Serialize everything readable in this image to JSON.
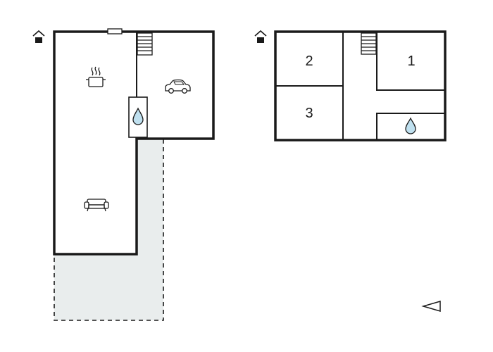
{
  "colors": {
    "wall": "#1a1a1a",
    "terrace": "#e9eded",
    "water": "#bfe0ef",
    "background": "#ffffff"
  },
  "floors": [
    {
      "id": "ground-floor",
      "marker_icon": "house-floor-icon",
      "fixtures": [
        "window-icon",
        "stairs-icon",
        "kitchen-pot-icon",
        "car-icon",
        "water-drop-icon",
        "sofa-icon"
      ],
      "areas": [
        "terrace-area"
      ]
    },
    {
      "id": "first-floor",
      "marker_icon": "house-floor-icon",
      "fixtures": [
        "stairs-icon",
        "water-drop-icon"
      ],
      "rooms": [
        {
          "label": "1"
        },
        {
          "label": "2"
        },
        {
          "label": "3"
        }
      ]
    }
  ],
  "orientation_icon": "direction-arrow-icon"
}
